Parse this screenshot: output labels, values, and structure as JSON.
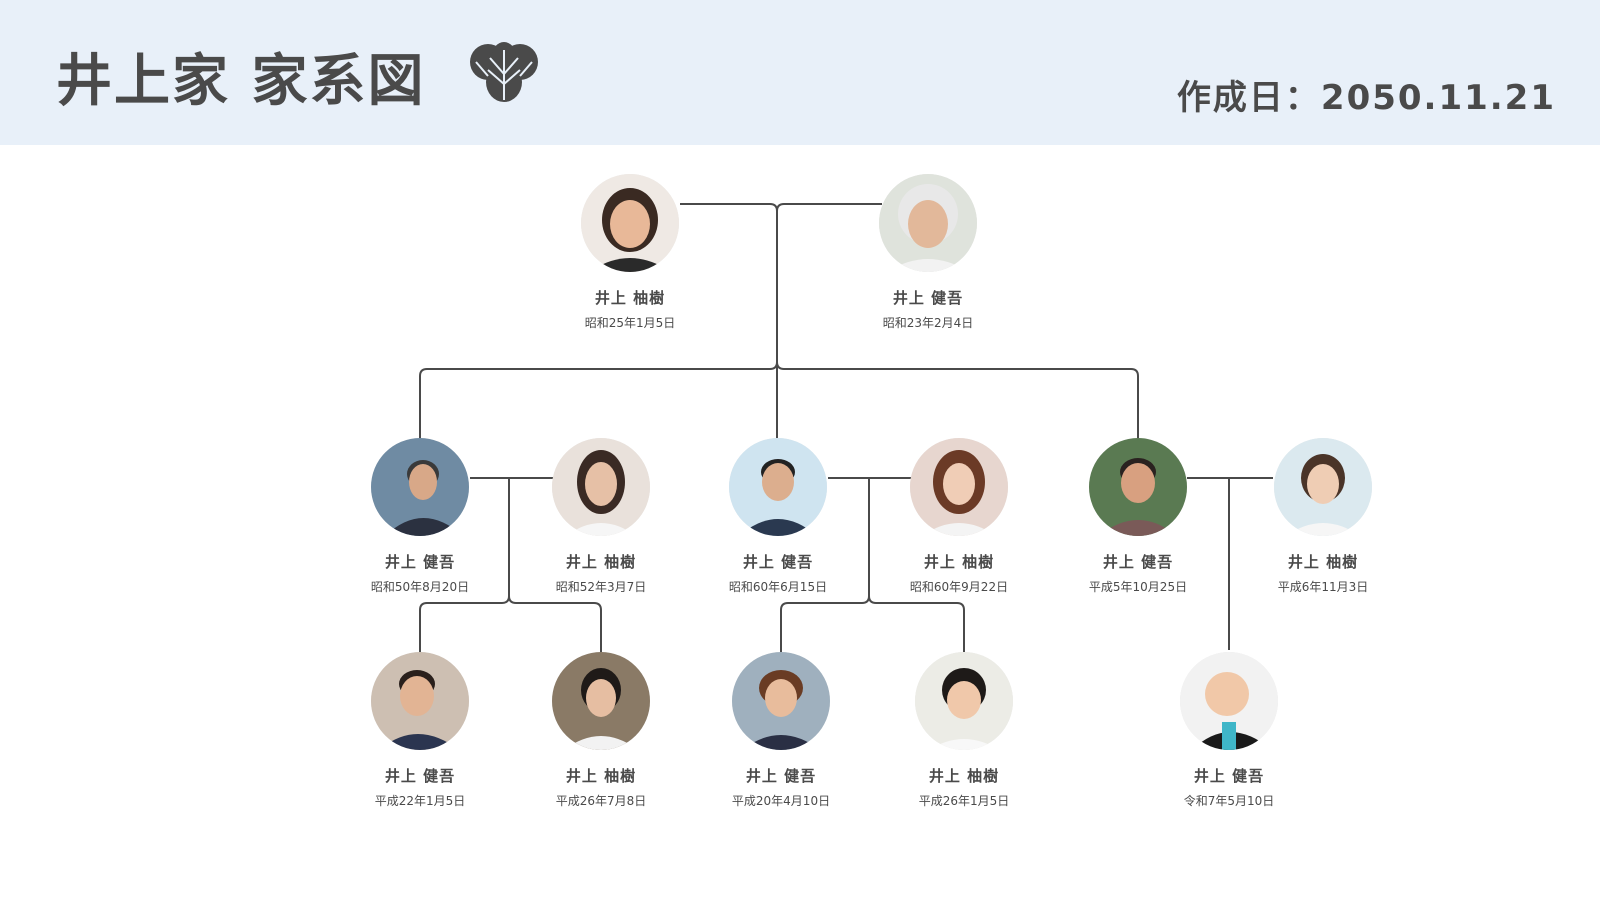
{
  "header": {
    "title": "井上家 家系図",
    "created": "作成日：2050.11.21",
    "bg_color": "#e8f0f9",
    "crest_icon": "paulownia-crest-icon"
  },
  "people": {
    "grandmother": {
      "name": "井上 柚樹",
      "date": "昭和25年1月5日"
    },
    "grandfather": {
      "name": "井上 健吾",
      "date": "昭和23年2月4日"
    },
    "son1": {
      "name": "井上 健吾",
      "date": "昭和50年8月20日"
    },
    "son1_wife": {
      "name": "井上 柚樹",
      "date": "昭和52年3月7日"
    },
    "son2": {
      "name": "井上 健吾",
      "date": "昭和60年6月15日"
    },
    "son2_wife": {
      "name": "井上 柚樹",
      "date": "昭和60年9月22日"
    },
    "son3": {
      "name": "井上 健吾",
      "date": "平成5年10月25日"
    },
    "son3_wife": {
      "name": "井上 柚樹",
      "date": "平成6年11月3日"
    },
    "gc1": {
      "name": "井上 健吾",
      "date": "平成22年1月5日"
    },
    "gc2": {
      "name": "井上 柚樹",
      "date": "平成26年7月8日"
    },
    "gc3": {
      "name": "井上 健吾",
      "date": "平成20年4月10日"
    },
    "gc4": {
      "name": "井上 柚樹",
      "date": "平成26年1月5日"
    },
    "gc5": {
      "name": "井上 健吾",
      "date": "令和7年5月10日"
    }
  },
  "colors": {
    "line": "#4a4a4a",
    "text": "#4a4a4a"
  }
}
